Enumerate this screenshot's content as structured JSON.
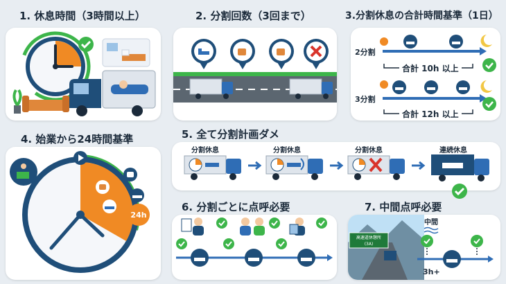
{
  "panels": {
    "p1": {
      "title": "1. 休息時間（3時間以上）"
    },
    "p2": {
      "title": "2. 分割回数（3回まで）"
    },
    "p3": {
      "title": "3.分割休息の合計時間基準（1日）",
      "row1_label": "2分割",
      "row1_total": "合計 10h 以上",
      "row2_label": "3分割",
      "row2_total": "合計 12h 以上"
    },
    "p4": {
      "title": "4. 始業から24時間基準",
      "badge": "24h"
    },
    "p5": {
      "title": "5. 全て分割計画ダメ",
      "steps": [
        "分割休息",
        "分割休息",
        "分割休息",
        "連続休息"
      ]
    },
    "p6": {
      "title": "6. 分割ごとに点呼必要"
    },
    "p7": {
      "title": "7. 中間点呼必要",
      "middle_label": "中間",
      "sign_text": "高速道休憩所",
      "sign_sub": "(3A)",
      "duration": "3h+"
    }
  },
  "colors": {
    "navy": "#1f4e79",
    "blue": "#2f6db5",
    "orange": "#f08a24",
    "green": "#3db54a",
    "red": "#d9342b",
    "road": "#5b6670"
  }
}
